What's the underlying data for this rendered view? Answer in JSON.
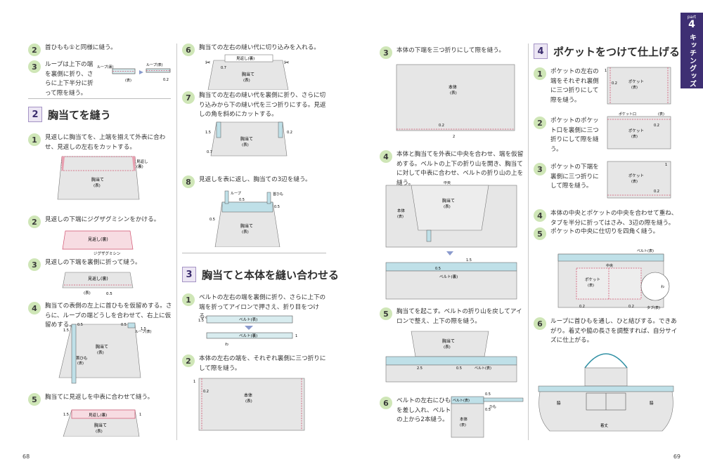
{
  "left_page": {
    "number": "68",
    "col1": {
      "steps_top": [
        {
          "num": "2",
          "text": "首ひもも①と同様に縫う。"
        },
        {
          "num": "3",
          "text": "ループは上下の端を裏側に折り、さらに上下半分に折って際を縫う。"
        }
      ],
      "loop_diagram": {
        "label1": "ループ(裏)",
        "label2": "ループ(表)",
        "label3": "(表)",
        "dim": "0.2"
      },
      "section2": {
        "num": "2",
        "title": "胸当てを縫う"
      },
      "steps_s2": [
        {
          "num": "1",
          "text": "見返しに胸当てを、上端を揃えて外表に合わせ、見返しの左右をカットする。"
        },
        {
          "num": "2",
          "text": "見返しの下端にジグザグミシンをかける。"
        },
        {
          "num": "3",
          "text": "見返しの下端を裏側に折って縫う。"
        },
        {
          "num": "4",
          "text": "胸当ての表側の左上に首ひもを仮留めする。さらに、ループの端どうしを合わせて、右上に仮留めする。"
        },
        {
          "num": "5",
          "text": "胸当てに見返しを中表に合わせて縫う。"
        }
      ],
      "d1": {
        "facing": "見返し",
        "facing_sub": "(裏)",
        "bib": "胸当て",
        "bib_sub": "(表)"
      },
      "d2": {
        "facing": "見返し(裏)",
        "zigzag": "ジグザグミシン"
      },
      "d3": {
        "facing": "見返し(裏)",
        "dim": "0.5",
        "omote": "(表)"
      },
      "d4": {
        "bib": "胸当て",
        "bib_sub": "(表)",
        "neck": "首ひも",
        "neck_sub": "(表)",
        "loop": "ループ(表)",
        "d1": "0.5",
        "d2": "1.5",
        "d3": "0.5",
        "d4": "1.5"
      },
      "d5": {
        "facing": "見返し(裏)",
        "bib": "胸当て",
        "bib_sub": "(表)",
        "d1": "1.5",
        "d2": "1"
      }
    },
    "col2": {
      "steps_top": [
        {
          "num": "6",
          "text": "胸当ての左右の縫い代に切り込みを入れる。"
        },
        {
          "num": "7",
          "text": "胸当ての左右の縫い代を裏側に折り、さらに切り込みから下の縫い代を三つ折りにする。見返しの角を斜めにカットする。"
        },
        {
          "num": "8",
          "text": "見返しを表に返し、胸当ての3辺を縫う。"
        }
      ],
      "d6": {
        "facing": "見返し(裏)",
        "bib": "胸当て",
        "bib_sub": "(表)",
        "dim": "0.7"
      },
      "d7": {
        "bib": "胸当て",
        "bib_sub": "(表)",
        "d1": "1.5",
        "d2": "0.7",
        "d3": "0.2"
      },
      "d8": {
        "loop": "ループ",
        "neck": "首ひも",
        "bib": "胸当て",
        "bib_sub": "(表)",
        "d1": "0.5",
        "d2": "0.5",
        "d3": "0.5"
      },
      "section3": {
        "num": "3",
        "title": "胸当てと本体を縫い合わせる"
      },
      "steps_s3": [
        {
          "num": "1",
          "text": "ベルトの左右の端を裏側に折り、さらに上下の端を折ってアイロンで押さえ、折り目をつける。"
        },
        {
          "num": "2",
          "text": "本体の左右の端を、それぞれ裏側に三つ折りにして際を縫う。"
        }
      ],
      "d9": {
        "belt": "ベルト(表)",
        "belt2": "ベルト(裏)",
        "wa": "わ",
        "d1": "1.5",
        "d2": "1"
      },
      "d10": {
        "body": "本体",
        "body_sub": "(表)",
        "d1": "1",
        "d2": "0.2"
      }
    }
  },
  "right_page": {
    "number": "69",
    "tab": {
      "part": "part",
      "num": "4",
      "name": "キッチングッズ"
    },
    "col1": {
      "steps": [
        {
          "num": "3",
          "text": "本体の下端を三つ折りにして際を縫う。"
        },
        {
          "num": "4",
          "text": "本体と胸当てを外表に中央を合わせ、端を仮留めする。ベルトの上下の折り山を開き、胸当てに対して中表に合わせ、ベルトの折り山の上を縫う。"
        },
        {
          "num": "5",
          "text": "胸当てを起こす。ベルトの折り山を戻してアイロンで整え、上下の際を縫う。"
        },
        {
          "num": "6",
          "text": "ベルトの左右にひもを差し入れ、ベルトの上から2本縫う。"
        }
      ],
      "d3": {
        "body": "本体",
        "body_sub": "(表)",
        "d1": "0.2",
        "d2": "2"
      },
      "d4": {
        "center": "中央",
        "bib": "胸当て",
        "bib_sub": "(表)",
        "body": "本体",
        "body_sub": "(表)",
        "belt": "ベルト(裏)",
        "d1": "1.5",
        "d2": "0.5"
      },
      "d5": {
        "bib": "胸当て",
        "bib_sub": "(表)",
        "belt": "ベルト(表)",
        "d1": "2.5",
        "d2": "0.5"
      },
      "d6": {
        "belt": "ベルト(表)",
        "himo": "ひも",
        "body": "本体",
        "body_sub": "(表)",
        "d1": "0.5",
        "d2": "0.5"
      }
    },
    "col2": {
      "section4": {
        "num": "4",
        "title": "ポケットをつけて仕上げる"
      },
      "steps": [
        {
          "num": "1",
          "text": "ポケットの左右の端をそれぞれ裏側に三つ折りにして際を縫う。"
        },
        {
          "num": "2",
          "text": "ポケットのポケット口を裏側に三つ折りにして際を縫う。"
        },
        {
          "num": "3",
          "text": "ポケットの下端を裏側に三つ折りにして際を縫う。"
        },
        {
          "num": "4",
          "text": "本体の中央とポケットの中央を合わせて重ね、タブを半分に折ってはさみ、3辺の際を縫う。"
        },
        {
          "num": "5",
          "text": "ポケットの中央に仕切りを四角く縫う。"
        },
        {
          "num": "6",
          "text": "ループに首ひもを通し、ひと結びする。できあがり。着丈や脇の長さを調整すれば、自分サイズに仕上がる。"
        }
      ],
      "p1": {
        "pocket": "ポケット",
        "pocket_sub": "(表)",
        "d1": "1",
        "d2": "0.2"
      },
      "p2": {
        "mouth": "ポケット口",
        "pocket": "ポケット",
        "pocket_sub": "(表)",
        "d1": "(表)",
        "d2": "0.2"
      },
      "p3": {
        "pocket": "ポケット",
        "pocket_sub": "(表)",
        "d1": "1",
        "d2": "0.2"
      },
      "p4": {
        "belt": "ベルト(表)",
        "center": "中央",
        "pocket": "ポケット",
        "pocket_sub": "(表)",
        "tab": "タブ(表)",
        "wa": "わ",
        "d1": "0.2",
        "d2": "0.2"
      },
      "p6": {
        "side": "脇",
        "length": "着丈"
      }
    }
  }
}
